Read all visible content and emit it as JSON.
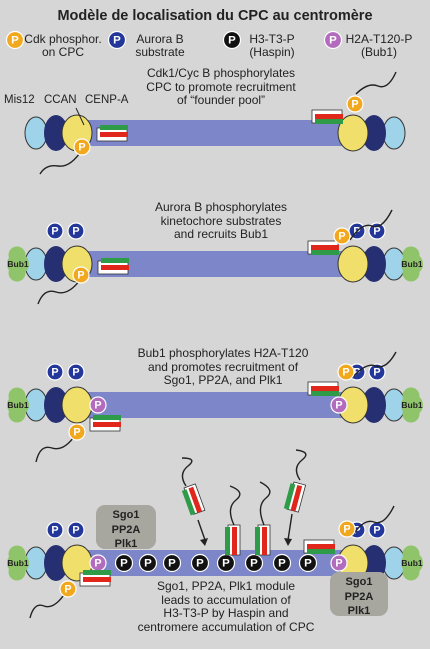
{
  "title": "Modèle de localisation du CPC au centromère",
  "legend": [
    {
      "symbol": "P",
      "color": "#f2a81e",
      "text_lines": [
        "Cdk phosphor.",
        "on CPC"
      ]
    },
    {
      "symbol": "P",
      "color": "#23379a",
      "text_lines": [
        "Aurora B",
        "substrate"
      ]
    },
    {
      "symbol": "P",
      "color": "#111111",
      "text_lines": [
        "H3-T3-P",
        "(Haspin)"
      ]
    },
    {
      "symbol": "P",
      "color": "#b26bbd",
      "text_lines": [
        "H2A-T120-P",
        "(Bub1)"
      ]
    }
  ],
  "kinetochore_labels": [
    "Mis12",
    "CCAN",
    "CENP-A"
  ],
  "bub1_label": "Bub1",
  "phosphate_symbol": "P",
  "module_box": [
    "Sgo1",
    "PP2A",
    "Plk1"
  ],
  "captions": [
    [
      "Cdk1/Cyc B phosphorylates",
      "CPC to promote recruitment",
      "of “founder pool”"
    ],
    [
      "Aurora B phosphorylates",
      "kinetochore substrates",
      "and recruits Bub1"
    ],
    [
      "Bub1 phosphorylates H2A-T120",
      "and promotes recruitment of",
      "Sgo1, PP2A, and Plk1"
    ],
    [
      "Sgo1, PP2A, Plk1 module",
      "leads to accumulation of",
      "H3-T3-P by Haspin and",
      "centromere accumulation of CPC"
    ]
  ],
  "colors": {
    "background": "#d6d6d6",
    "chromatin": "#7c86c9",
    "mis12": "#9fd3ea",
    "ccan": "#272f73",
    "cenp_a": "#f0df6a",
    "bub1": "#8fc46a",
    "cdk_p": "#f2a81e",
    "aurora_p": "#23379a",
    "h3_p": "#111111",
    "h2a_p": "#b26bbd",
    "cpc_red": "#e1261c",
    "cpc_green": "#2e9b48",
    "module_box": "#a7a7a0"
  }
}
